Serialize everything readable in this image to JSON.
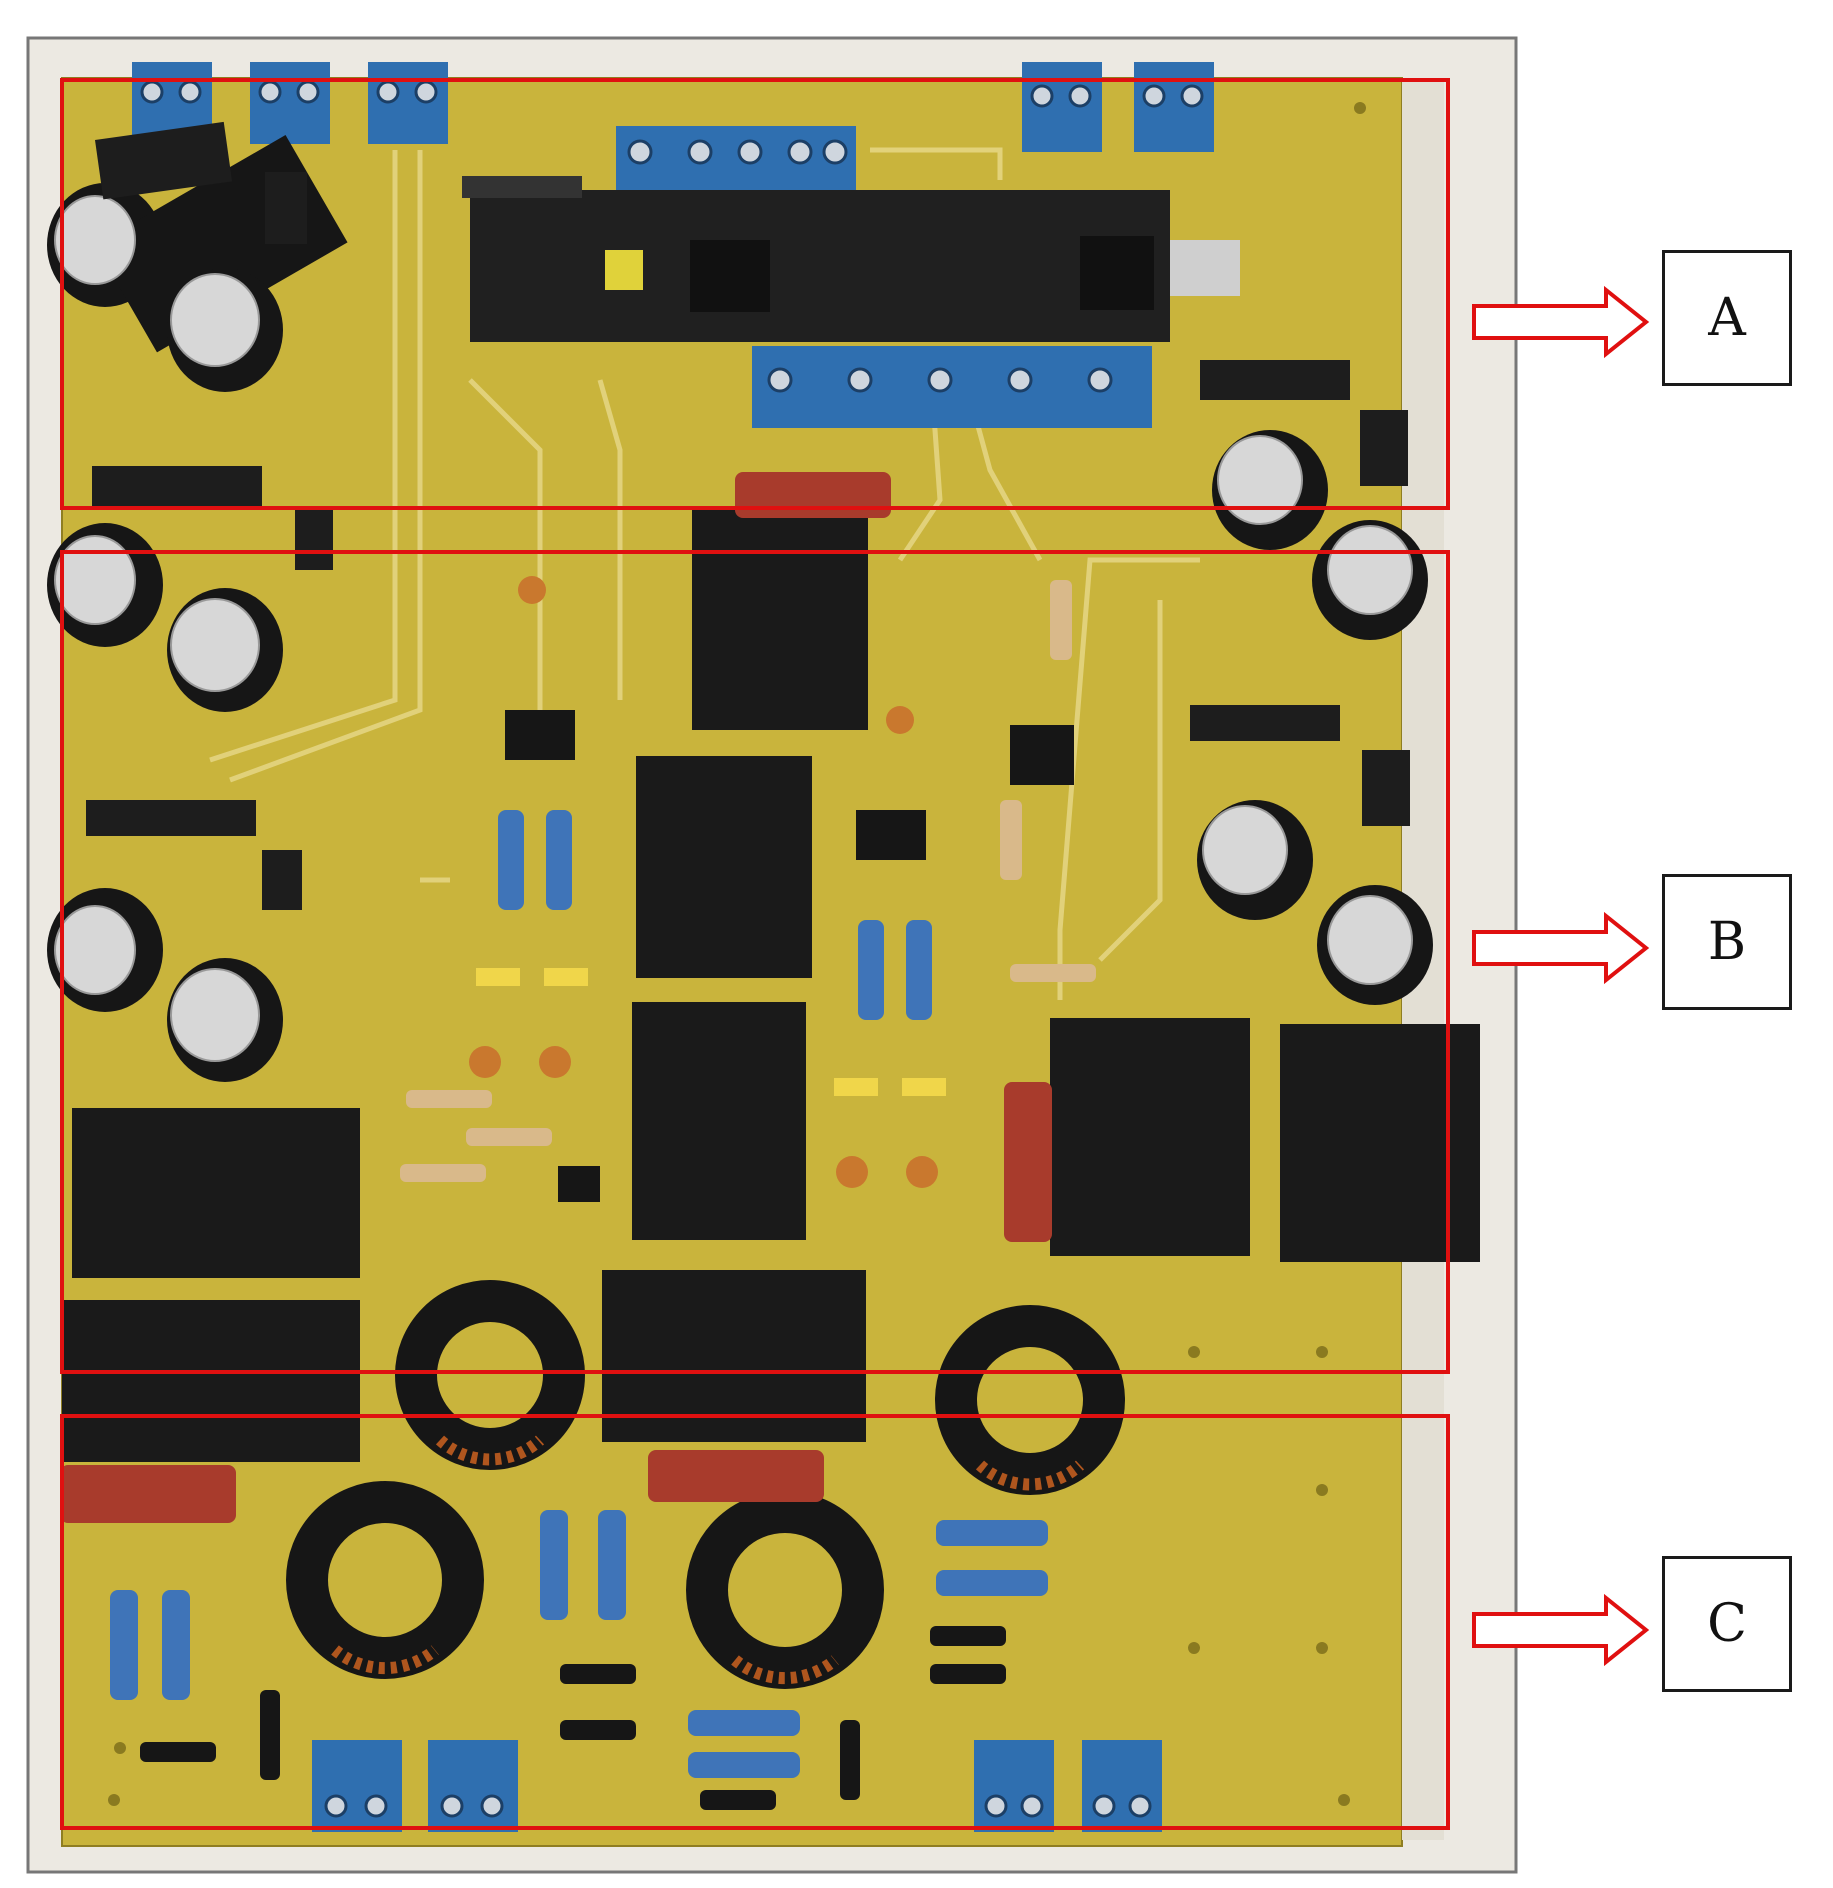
{
  "figure": {
    "description_hidden": false,
    "colors": {
      "pcb": "#c9b43c",
      "pcb_dark": "#b39f2e",
      "backplate": "#ece9e2",
      "outline_red": "#e01010",
      "terminal_blue": "#2f6fb0",
      "component_black": "#1c1c1c",
      "film_cap_red": "#a83b2c",
      "resistor_blue": "#3f74b8"
    },
    "sections": [
      {
        "id": "A",
        "label": "A"
      },
      {
        "id": "B",
        "label": "B"
      },
      {
        "id": "C",
        "label": "C"
      }
    ]
  }
}
